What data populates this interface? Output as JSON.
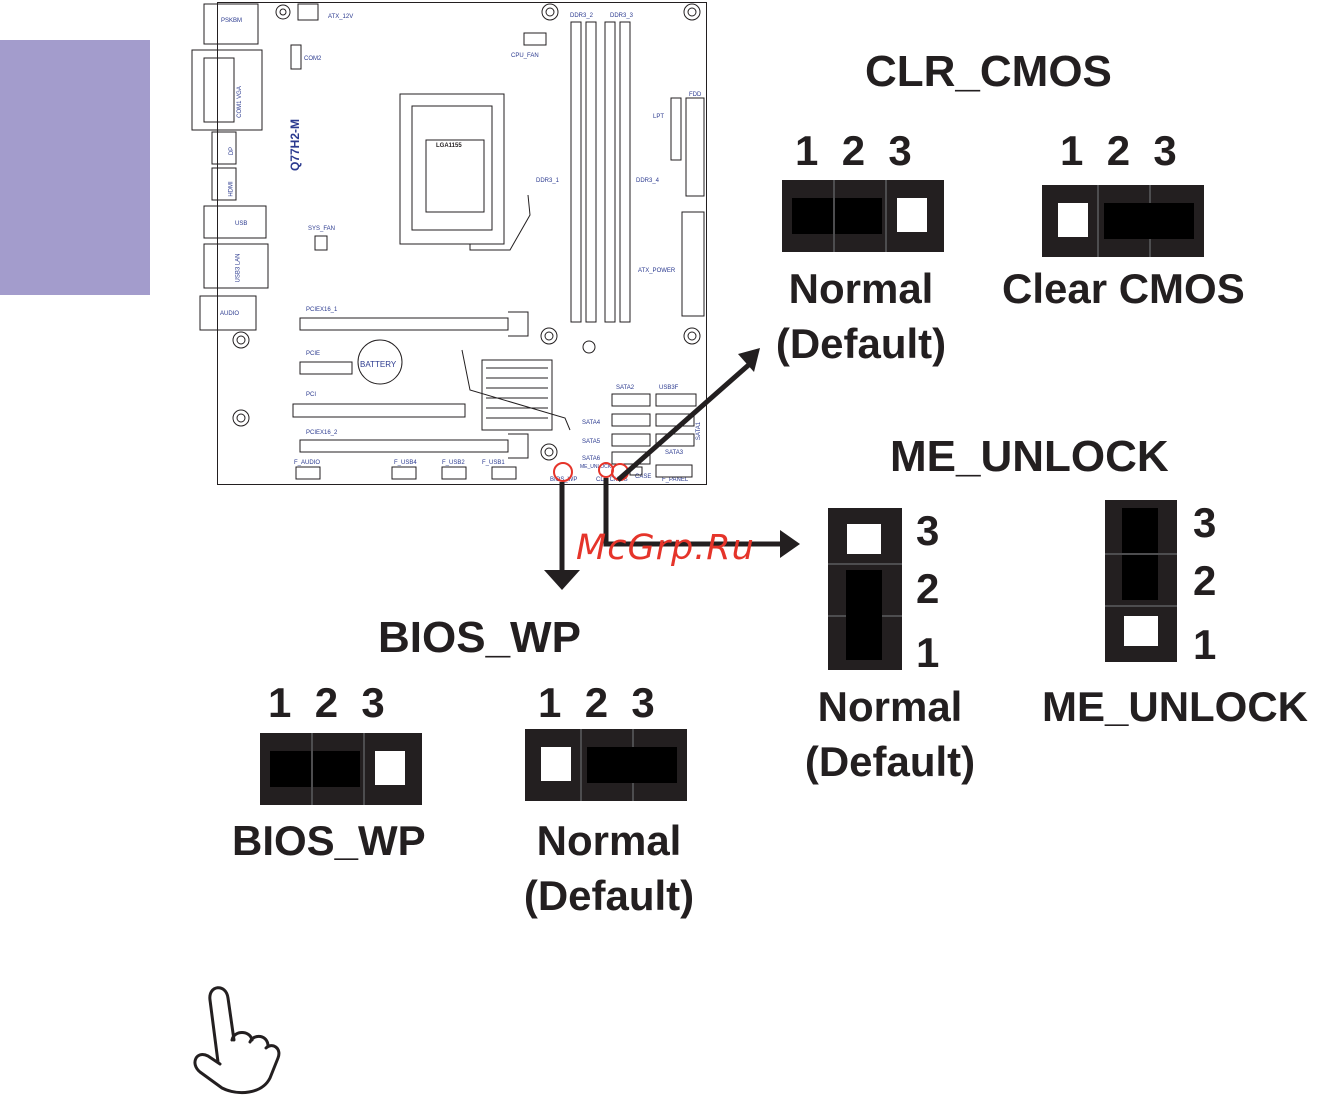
{
  "board": {
    "model": "Q77H2-M",
    "labels": {
      "pskbm": "PSKBM",
      "atx12v": "ATX_12V",
      "com2": "COM2",
      "com1vga": "COM1 VGA",
      "dp": "DP",
      "hdmi": "HDMI",
      "usb": "USB",
      "usb3lan": "USB3 LAN",
      "audio": "AUDIO",
      "cpufan": "CPU_FAN",
      "ddr3_2": "DDR3_2",
      "ddr3_3": "DDR3_3",
      "ddr3_1": "DDR3_1",
      "ddr3_4": "DDR3_4",
      "fdd": "FDD",
      "lpt": "LPT",
      "atxpower": "ATX_POWER",
      "sysfan": "SYS_FAN",
      "socket": "LGA1155",
      "pciex16_1": "PCIEX16_1",
      "pcie": "PCIE",
      "battery": "BATTERY",
      "pci": "PCI",
      "pciex16_2": "PCIEX16_2",
      "sata2": "SATA2",
      "usb3f": "USB3F",
      "sata4": "SATA4",
      "sata5": "SATA5",
      "sata6": "SATA6",
      "sata1": "SATA1",
      "sata3": "SATA3",
      "faudio": "F_AUDIO",
      "fusb4": "F_USB4",
      "fusb2": "F_USB2",
      "fusb1": "F_USB1",
      "bioswp": "BIOS_WP",
      "meunlock": "ME_UNLOCK",
      "clrcmos": "CLR CMOS",
      "case": "CASE",
      "fpanel": "F_PANEL"
    }
  },
  "jumpers": {
    "clr_cmos": {
      "title": "CLR_CMOS",
      "pins_a": "1  2  3",
      "pins_b": "1  2  3",
      "normal_line1": "Normal",
      "normal_line2": "(Default)",
      "clear": "Clear CMOS"
    },
    "me_unlock": {
      "title": "ME_UNLOCK",
      "pin3": "3",
      "pin2": "2",
      "pin1": "1",
      "pin3b": "3",
      "pin2b": "2",
      "pin1b": "1",
      "normal_line1": "Normal",
      "normal_line2": "(Default)",
      "unlock": "ME_UNLOCK"
    },
    "bios_wp": {
      "title": "BIOS_WP",
      "pins_a": "1  2  3",
      "pins_b": "1  2  3",
      "wp": "BIOS_WP",
      "normal_line1": "Normal",
      "normal_line2": "(Default)"
    }
  },
  "watermark": "McGrp.Ru",
  "icons": {
    "note": "pointing-hand-icon"
  }
}
